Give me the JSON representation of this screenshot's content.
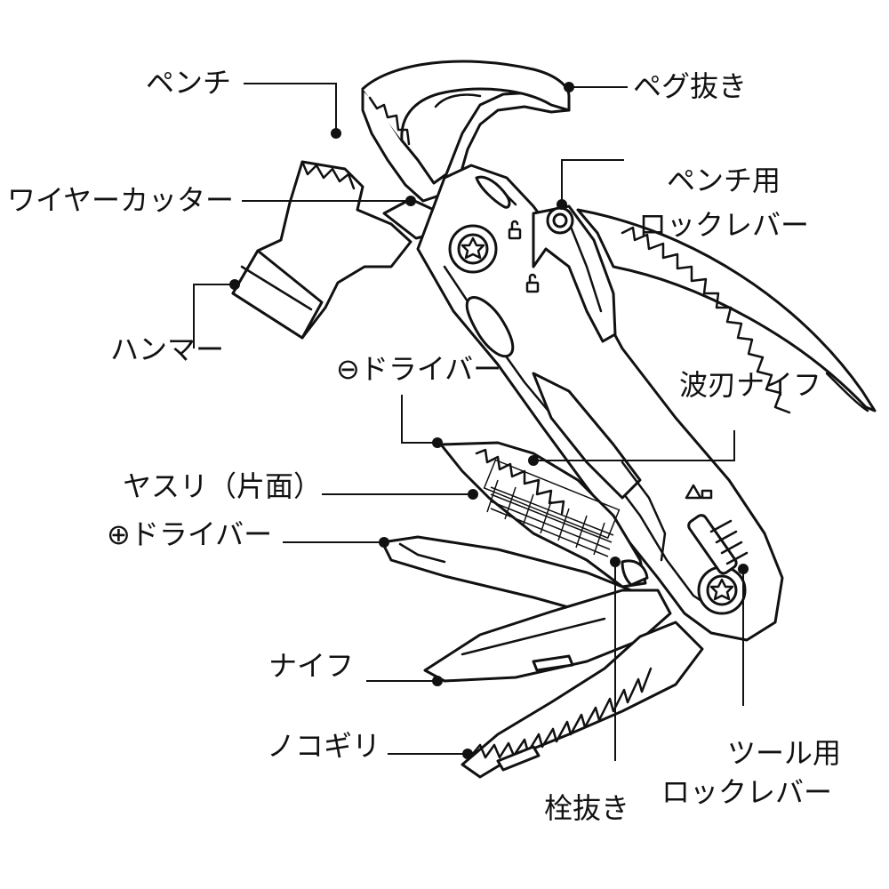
{
  "colors": {
    "ink": "#111111",
    "paper": "#ffffff"
  },
  "labels": {
    "pliers": "ペンチ",
    "wire_cutter": "ワイヤーカッター",
    "hammer": "ハンマー",
    "flat_driver": "⊖ドライバー",
    "file_one_side": "ヤスリ（片面）",
    "phillips_driver": "⊕ドライバー",
    "knife": "ナイフ",
    "saw": "ノコギリ",
    "peg_puller": "ペグ抜き",
    "plier_lock_lever_1": "ペンチ用",
    "plier_lock_lever_2": "ロックレバー",
    "serrated_knife": "波刃ナイフ",
    "tool_lock_lever_1": "ツール用",
    "tool_lock_lever_2": "ロックレバー",
    "bottle_opener": "栓抜き"
  },
  "icons": {
    "flat_driver_symbol": "minus-circle-icon",
    "phillips_driver_symbol": "plus-circle-icon",
    "screw": "torx-screw-icon",
    "lock": "padlock-icon"
  }
}
